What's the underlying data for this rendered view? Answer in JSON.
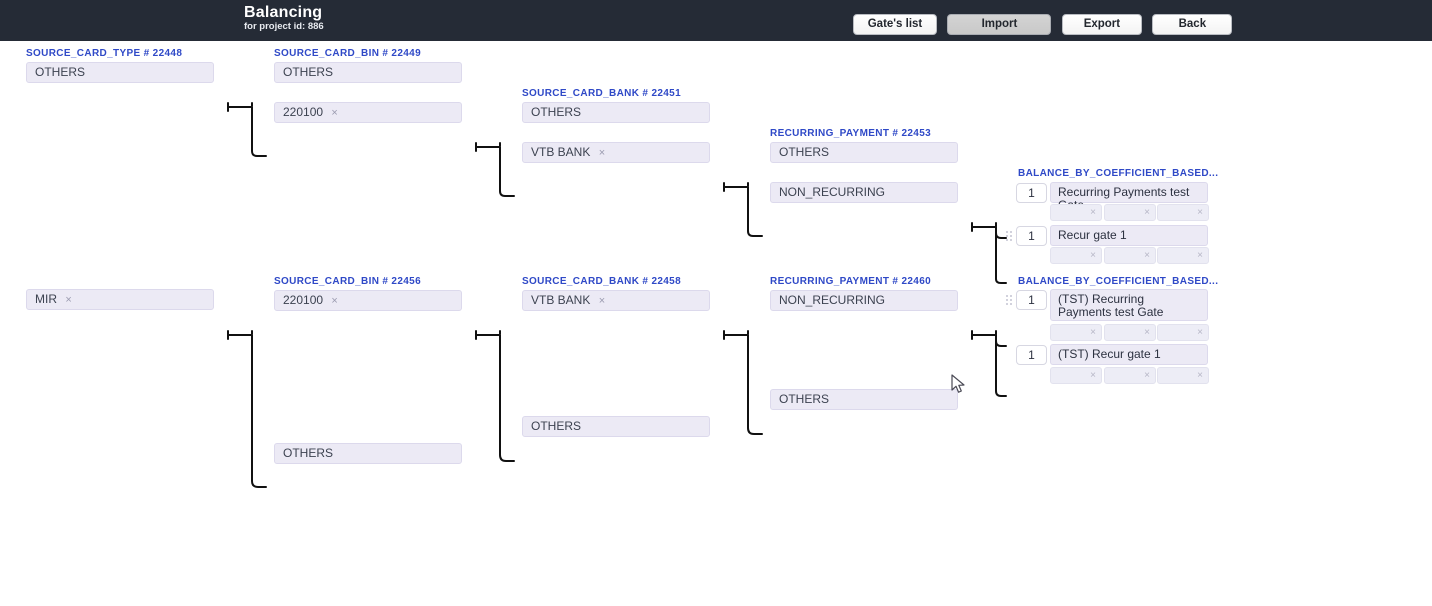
{
  "header": {
    "title": "Balancing",
    "subtitle": "for project id: 886",
    "buttons": [
      {
        "label": "Gate's list",
        "active": false
      },
      {
        "label": "Import",
        "active": true
      },
      {
        "label": "Export",
        "active": false
      },
      {
        "label": "Back",
        "active": false
      }
    ]
  },
  "columns": {
    "card_type_1": {
      "header": "SOURCE_CARD_TYPE # 22448"
    },
    "card_bin_1": {
      "header": "SOURCE_CARD_BIN # 22449"
    },
    "card_bank_1": {
      "header": "SOURCE_CARD_BANK # 22451"
    },
    "recurring_1": {
      "header": "RECURRING_PAYMENT # 22453"
    },
    "balance_1": {
      "header": "BALANCE_BY_COEFFICIENT_BASED..."
    },
    "card_bin_2": {
      "header": "SOURCE_CARD_BIN # 22456"
    },
    "card_bank_2": {
      "header": "SOURCE_CARD_BANK # 22458"
    },
    "recurring_2": {
      "header": "RECURRING_PAYMENT # 22460"
    },
    "balance_2": {
      "header": "BALANCE_BY_COEFFICIENT_BASED..."
    }
  },
  "fields": {
    "card_type_others": {
      "value": "OTHERS",
      "removable": false
    },
    "card_type_mir": {
      "value": "MIR",
      "removable": true,
      "remove_icon": "×"
    },
    "bin1_others": {
      "value": "OTHERS",
      "removable": false
    },
    "bin1_220100": {
      "value": "220100",
      "removable": true,
      "remove_icon": "×"
    },
    "bank1_others": {
      "value": "OTHERS",
      "removable": false
    },
    "bank1_vtb": {
      "value": "VTB BANK",
      "removable": true,
      "remove_icon": "×"
    },
    "rec1_others": {
      "value": "OTHERS",
      "removable": false
    },
    "rec1_non": {
      "value": "NON_RECURRING",
      "removable": false
    },
    "bin2_220100": {
      "value": "220100",
      "removable": true,
      "remove_icon": "×"
    },
    "bin2_others": {
      "value": "OTHERS",
      "removable": false
    },
    "bank2_vtb": {
      "value": "VTB BANK",
      "removable": true,
      "remove_icon": "×"
    },
    "bank2_others": {
      "value": "OTHERS",
      "removable": false
    },
    "rec2_non": {
      "value": "NON_RECURRING",
      "removable": false
    },
    "rec2_others": {
      "value": "OTHERS",
      "removable": false
    }
  },
  "gates": {
    "group1": [
      {
        "coefficient": "1",
        "name": "Recurring Payments test Gate",
        "subfields": [
          "",
          "",
          ""
        ],
        "remove_icon": "×"
      },
      {
        "coefficient": "1",
        "name": "Recur gate 1",
        "subfields": [
          "",
          "",
          ""
        ],
        "remove_icon": "×"
      }
    ],
    "group2": [
      {
        "coefficient": "1",
        "name": "(TST) Recurring Payments test Gate",
        "subfields": [
          "",
          "",
          ""
        ],
        "remove_icon": "×"
      },
      {
        "coefficient": "1",
        "name": "(TST) Recur gate 1",
        "subfields": [
          "",
          "",
          ""
        ],
        "remove_icon": "×"
      }
    ]
  },
  "colors": {
    "topbar": "#252b36",
    "header_text": "#2f49c7",
    "field_bg": "#eceaf5",
    "connector": "#111111"
  }
}
